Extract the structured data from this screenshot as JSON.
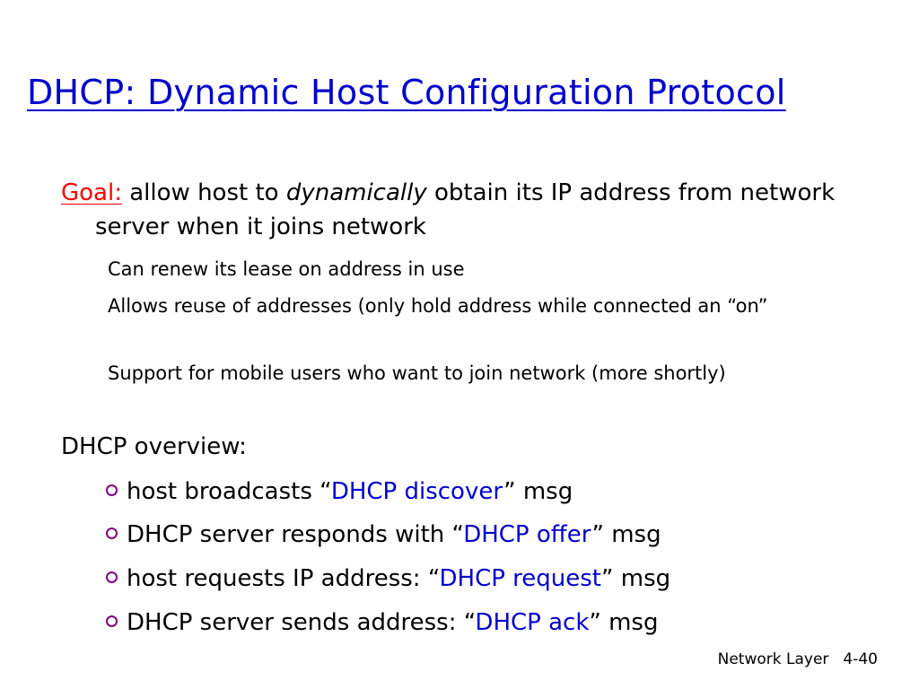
{
  "slide": {
    "title": "DHCP: Dynamic Host Configuration Protocol",
    "goal": {
      "label": "Goal:",
      "text_before": " allow host to ",
      "emphasis": "dynamically",
      "text_after": " obtain its IP address from network server when it joins network"
    },
    "sub_points": [
      "Can renew its lease on address in use",
      "Allows reuse of addresses (only hold address while connected an “on”",
      "Support for mobile users who want to join network (more shortly)"
    ],
    "overview_heading": "DHCP overview:",
    "bullets": [
      {
        "before": "host broadcasts “",
        "msg": "DHCP discover",
        "after": "” msg"
      },
      {
        "before": "DHCP server responds with “",
        "msg": "DHCP offer",
        "after": "” msg"
      },
      {
        "before": "host requests IP address: “",
        "msg": "DHCP request",
        "after": "” msg"
      },
      {
        "before": "DHCP server sends address: “",
        "msg": "DHCP ack",
        "after": "” msg"
      }
    ],
    "footer": {
      "section": "Network Layer",
      "page": "4-40"
    }
  },
  "colors": {
    "title": "#0000cc",
    "goal_label": "#ff0000",
    "message_type": "#0000cc",
    "bullet_marker": "#800080"
  },
  "icons": {
    "bullet": "hollow-circle-bullet-icon"
  }
}
